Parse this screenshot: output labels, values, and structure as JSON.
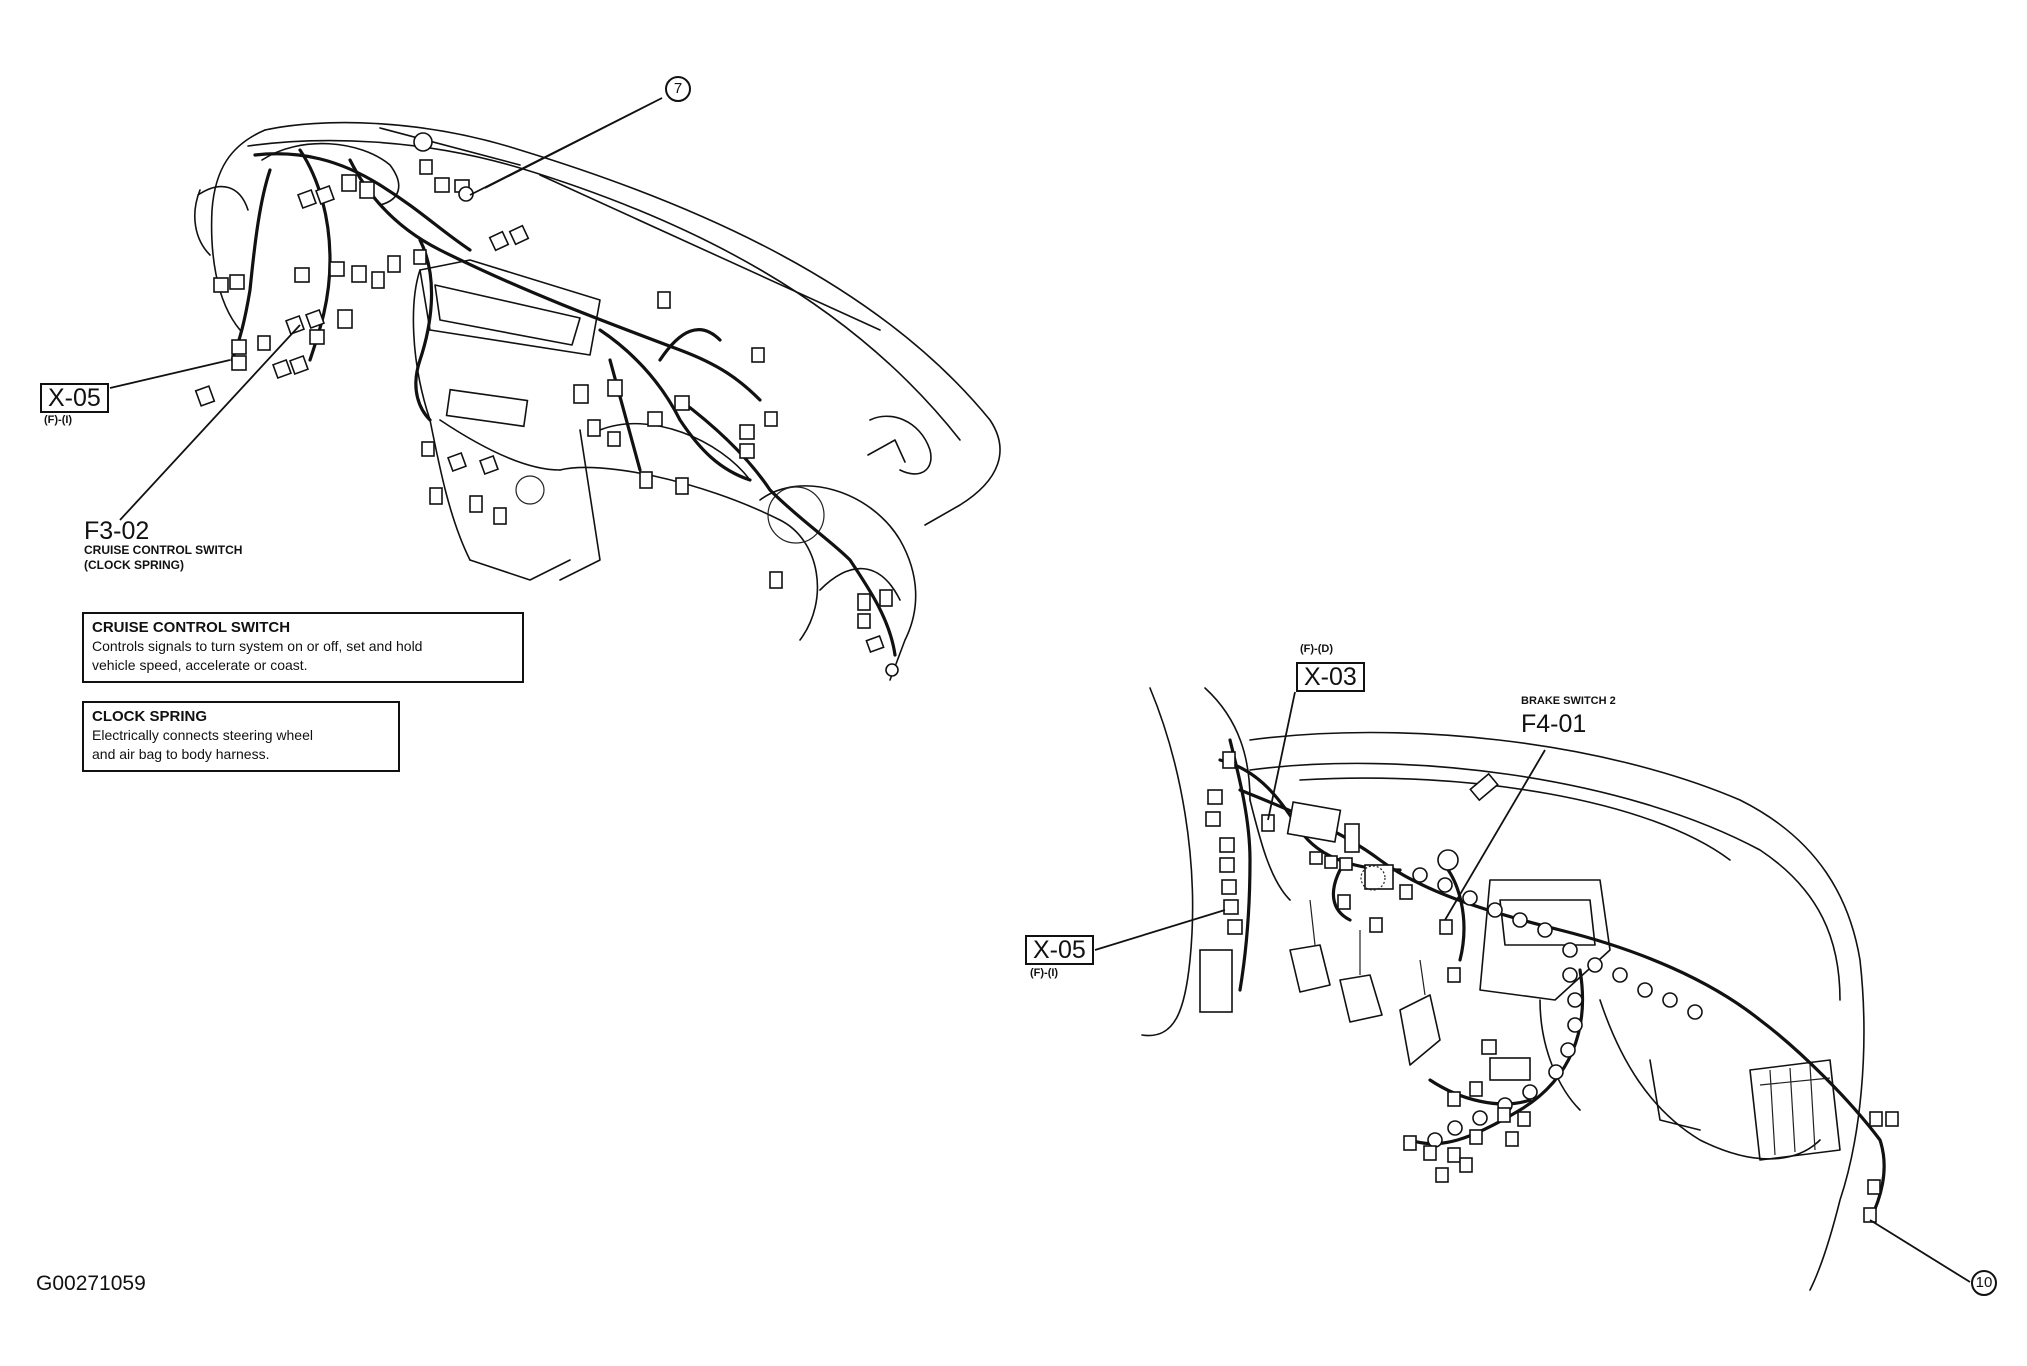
{
  "figure_id": "G00271059",
  "callouts": {
    "top": "7",
    "bottom": "10"
  },
  "top_view": {
    "connector_x05": {
      "code": "X-05",
      "sub": "(F)-(I)"
    },
    "part": {
      "code": "F3-02",
      "name_line1": "CRUISE CONTROL SWITCH",
      "name_line2": "(CLOCK SPRING)"
    },
    "info_boxes": [
      {
        "title": "CRUISE CONTROL SWITCH",
        "lines": [
          "Controls signals to turn system on or off, set and hold",
          "vehicle speed, accelerate or coast."
        ]
      },
      {
        "title": "CLOCK SPRING",
        "lines": [
          "Electrically connects steering wheel",
          "and air bag to body harness."
        ]
      }
    ]
  },
  "bottom_view": {
    "connector_x03": {
      "code": "X-03",
      "sub": "(F)-(D)"
    },
    "connector_x05": {
      "code": "X-05",
      "sub": "(F)-(I)"
    },
    "part": {
      "name": "BRAKE SWITCH 2",
      "code": "F4-01"
    }
  }
}
